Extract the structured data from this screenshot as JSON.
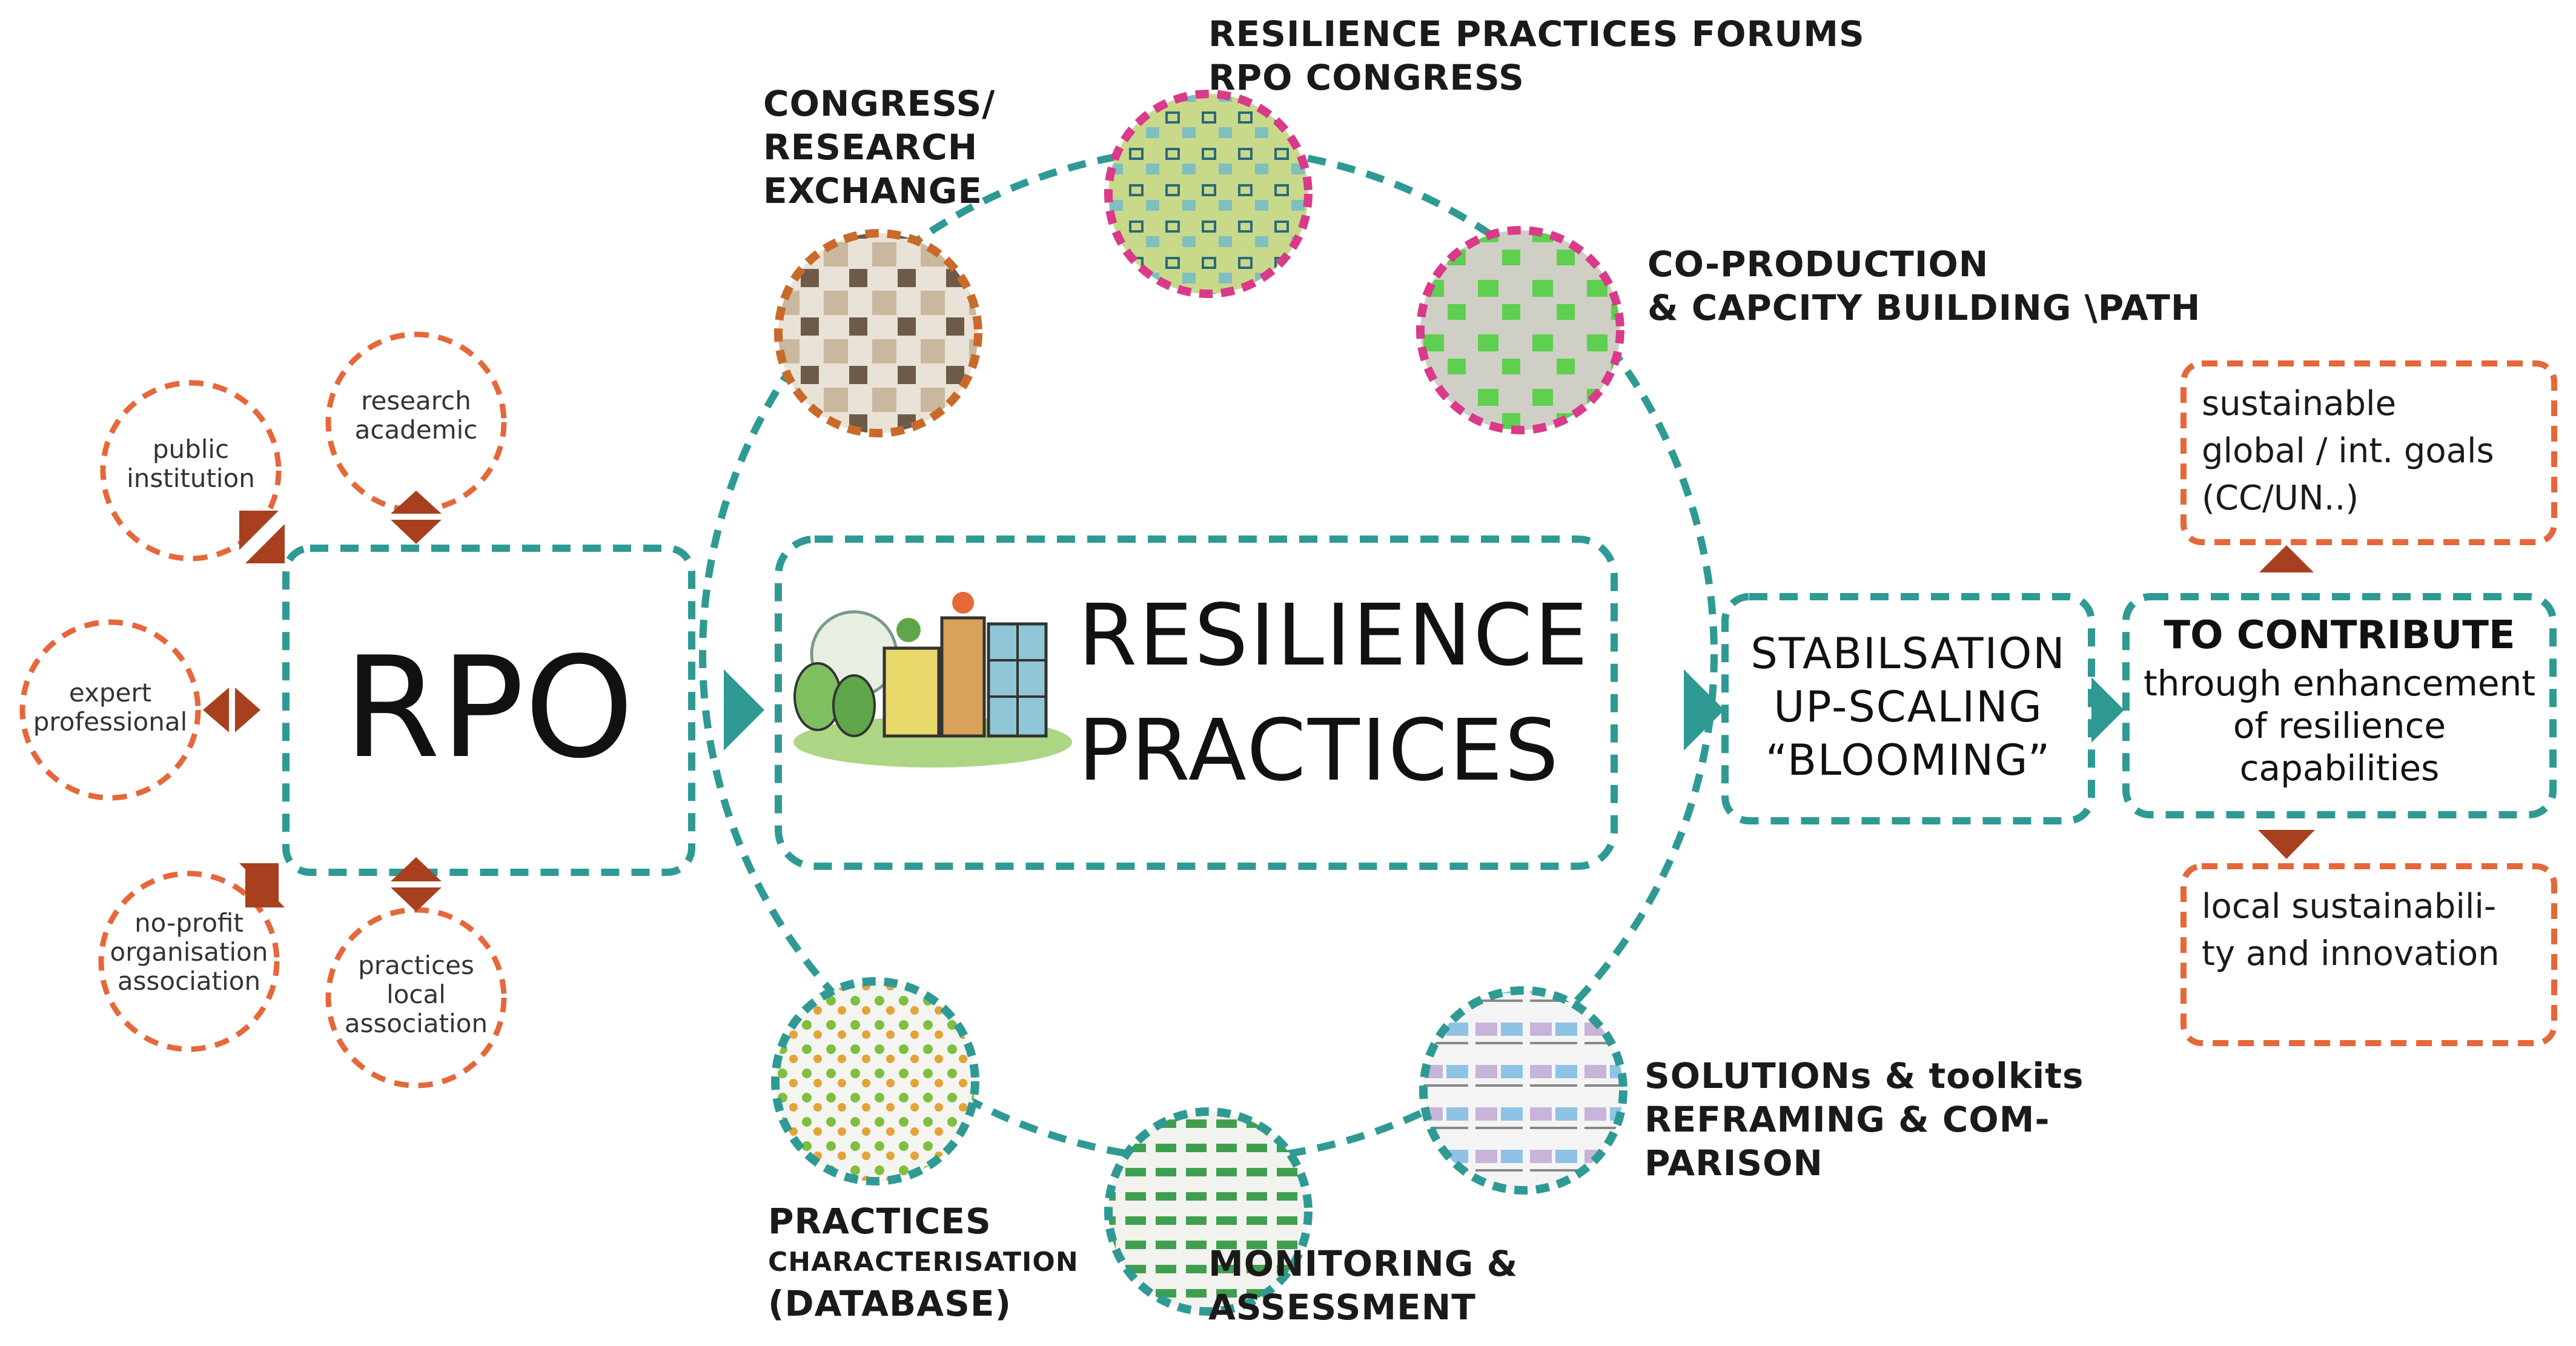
{
  "colors": {
    "teal": "#2f9a94",
    "orange": "#e5673a",
    "brown": "#a8401f",
    "pink": "#d93a8a",
    "dark_orange": "#c96a2a"
  },
  "hub": {
    "label": "RPO"
  },
  "stakeholders": [
    {
      "id": "public",
      "lines": [
        "public",
        "institution"
      ]
    },
    {
      "id": "research",
      "lines": [
        "research",
        "academic"
      ]
    },
    {
      "id": "expert",
      "lines": [
        "expert",
        "professional"
      ]
    },
    {
      "id": "noprofit",
      "lines": [
        "no-profit",
        "organisation",
        "association"
      ]
    },
    {
      "id": "practices",
      "lines": [
        "practices",
        "local",
        "association"
      ]
    }
  ],
  "center": {
    "line1": "RESILIENCE",
    "line2": "PRACTICES"
  },
  "cycle_nodes": [
    {
      "id": "congress",
      "lines": [
        "CONGRESS/",
        "RESEARCH",
        "EXCHANGE"
      ],
      "image_icon": "meeting-photo-icon"
    },
    {
      "id": "forums",
      "lines": [
        "RESILIENCE PRACTICES FORUMS",
        "RPO CONGRESS"
      ],
      "image_icon": "city-watercolor-icon"
    },
    {
      "id": "coproduction",
      "lines": [
        "CO-PRODUCTION",
        "& CAPCITY BUILDING \\PATH"
      ],
      "image_icon": "workshop-notes-icon"
    },
    {
      "id": "solutions",
      "lines": [
        "SOLUTIONs & toolkits",
        "REFRAMING & COM-",
        "PARISON"
      ],
      "image_icon": "framework-chart-icon"
    },
    {
      "id": "monitoring",
      "lines": [
        "MONITORING &",
        "ASSESSMENT"
      ],
      "image_icon": "flowchart-icon"
    },
    {
      "id": "database",
      "title": "PRACTICES",
      "lines": [
        "CHARACTERISATION",
        "(DATABASE)"
      ],
      "image_icon": "network-graph-icon"
    }
  ],
  "stabilisation": {
    "lines": [
      "STABILSATION",
      "UP-SCALING",
      "“BLOOMING”"
    ]
  },
  "contribute": {
    "title": "TO CONTRIBUTE",
    "lines": [
      "through enhancement",
      "of resilience",
      "capabilities"
    ]
  },
  "goal_global": {
    "lines": [
      "sustainable",
      "global / int. goals",
      "(CC/UN..)"
    ]
  },
  "goal_local": {
    "lines": [
      "local sustainabili-",
      "ty and innovation"
    ]
  }
}
